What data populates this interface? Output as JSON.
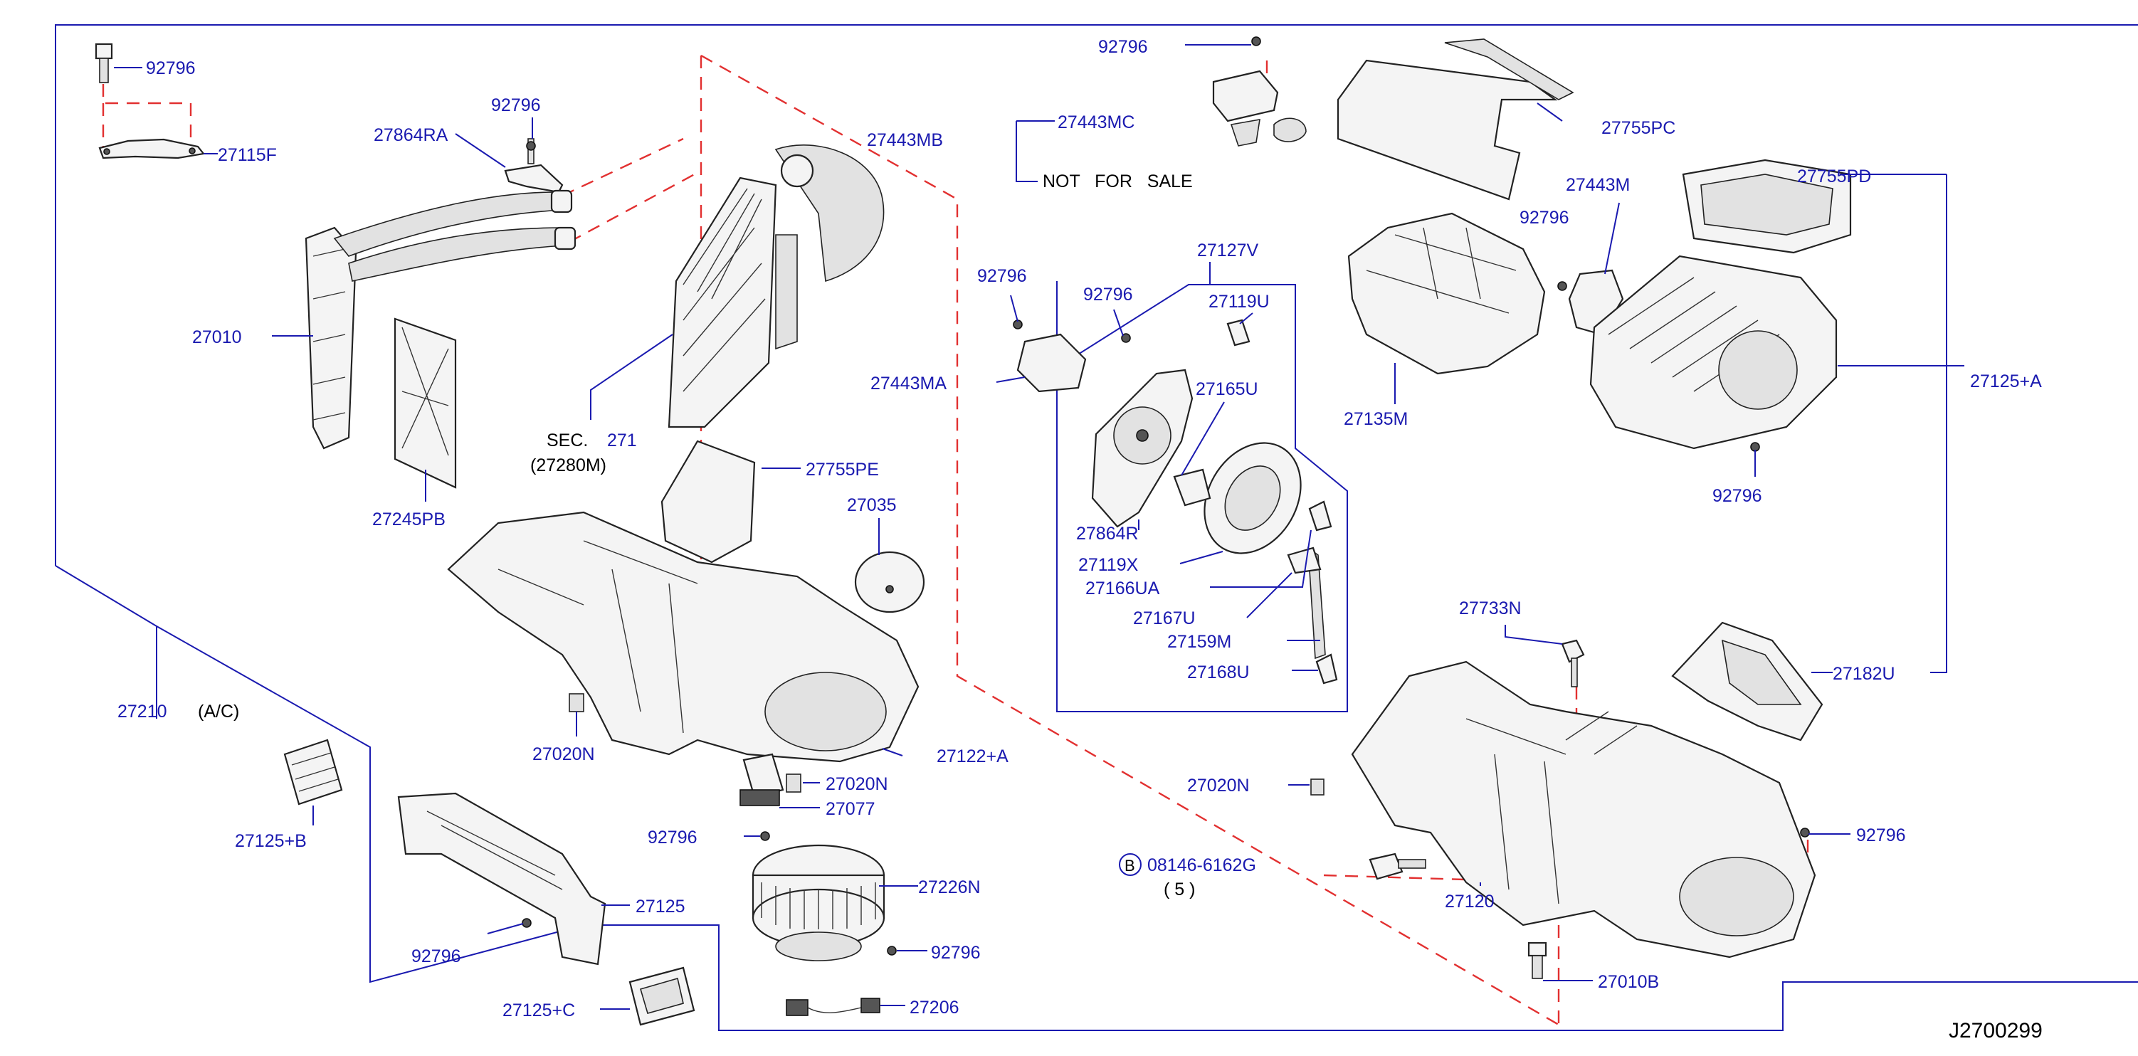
{
  "diagram_id": "J2700299",
  "labels": {
    "p92796_a": "92796",
    "p27115F": "27115F",
    "p27864RA": "27864RA",
    "p92796_b": "92796",
    "p27443MB": "27443MB",
    "p27010": "27010",
    "sec_271_prefix": "SEC.",
    "sec_271_num": "271",
    "p27280M": "(27280M)",
    "p27245PB": "27245PB",
    "p27755PE": "27755PE",
    "p27035": "27035",
    "p27210": "27210",
    "ac": "(A/C)",
    "p27020N_a": "27020N",
    "p27122A": "27122+A",
    "p27020N_b": "27020N",
    "p27077": "27077",
    "p92796_c": "92796",
    "p27125B": "27125+B",
    "p27226N": "27226N",
    "p27125": "27125",
    "p92796_d": "92796",
    "p92796_e": "92796",
    "p27125C": "27125+C",
    "p27206": "27206",
    "p92796_f": "92796",
    "p27443MC": "27443MC",
    "not_for_sale": "NOT   FOR   SALE",
    "p27755PC": "27755PC",
    "p27443M": "27443M",
    "p27755PD": "27755PD",
    "p92796_g": "92796",
    "p92796_h": "92796",
    "p92796_i": "92796",
    "p27127V": "27127V",
    "p27119U": "27119U",
    "p27443MA": "27443MA",
    "p27165U": "27165U",
    "p27864R": "27864R",
    "p27119X": "27119X",
    "p27166UA": "27166UA",
    "p27167U": "27167U",
    "p27159M": "27159M",
    "p27168U": "27168U",
    "p27135M": "27135M",
    "p27125A": "27125+A",
    "p92796_j": "92796",
    "p27733N": "27733N",
    "p27182U": "27182U",
    "p27020N_c": "27020N",
    "bolt_badge": "B",
    "p08146": "08146-6162G",
    "qty": "( 5 )",
    "p92796_k": "92796",
    "p27120": "27120",
    "p27010B": "27010B"
  }
}
